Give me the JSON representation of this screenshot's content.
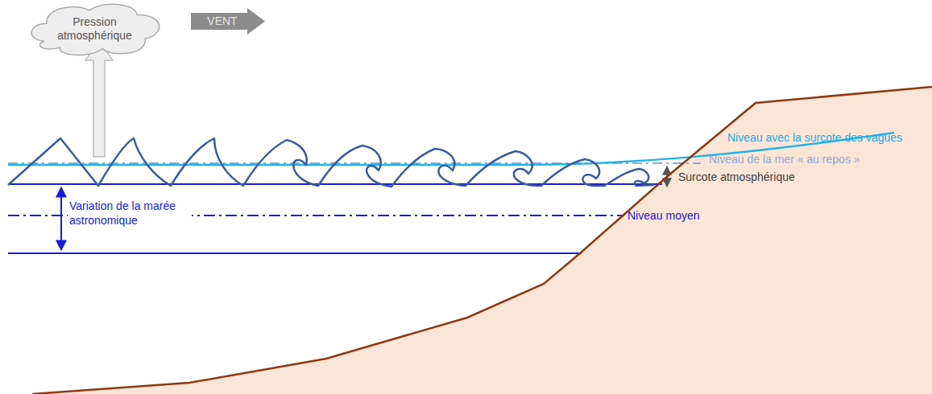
{
  "diagram": {
    "nodes": [
      {
        "text": [
          "Pression atmosphérique"
        ]
      },
      {
        "text": [
          "VENT"
        ]
      }
    ],
    "labels": [
      "Niveau avec la surcote des vagues",
      "Niveau de la mer « au repos »",
      "Surcote atmosphérique",
      "Variation de la marée astronomique",
      "Niveau moyen"
    ]
  }
}
